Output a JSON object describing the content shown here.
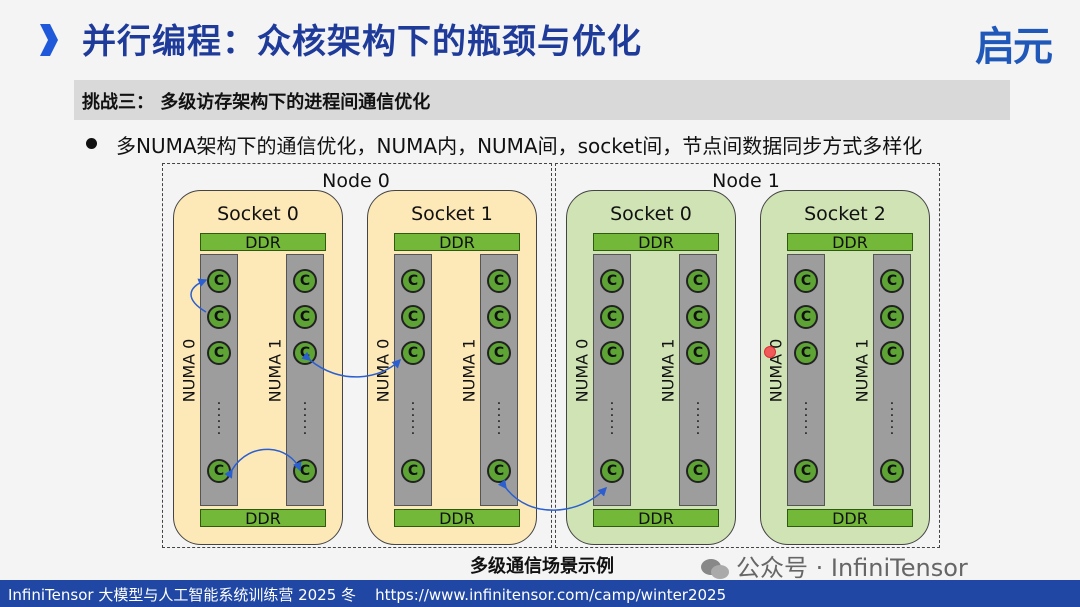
{
  "header": {
    "title": "并行编程：众核架构下的瓶颈与优化",
    "logo_text": "启元",
    "accent_color": "#1f3b9a",
    "chevron_icon": "chevron-right-icon"
  },
  "challenge": {
    "label": "挑战三：  多级访存架构下的进程间通信优化"
  },
  "bullet": {
    "text": "多NUMA架构下的通信优化，NUMA内，NUMA间，socket间，节点间数据同步方式多样化"
  },
  "diagram": {
    "nodes": [
      {
        "label": "Node 0",
        "sockets": [
          {
            "label": "Socket 0",
            "ddr_top": "DDR",
            "ddr_bottom": "DDR",
            "numa": [
              "NUMA 0",
              "NUMA 1"
            ],
            "color": "#fde8b8"
          },
          {
            "label": "Socket 1",
            "ddr_top": "DDR",
            "ddr_bottom": "DDR",
            "numa": [
              "NUMA 0",
              "NUMA 1"
            ],
            "color": "#fde8b8"
          }
        ]
      },
      {
        "label": "Node 1",
        "sockets": [
          {
            "label": "Socket 0",
            "ddr_top": "DDR",
            "ddr_bottom": "DDR",
            "numa": [
              "NUMA 0",
              "NUMA 1"
            ],
            "color": "#cfe3b5"
          },
          {
            "label": "Socket 2",
            "ddr_top": "DDR",
            "ddr_bottom": "DDR",
            "numa": [
              "NUMA 0",
              "NUMA 1"
            ],
            "color": "#cfe3b5"
          }
        ]
      }
    ],
    "core_label": "C",
    "ellipsis": "......",
    "caption": "多级通信场景示例"
  },
  "watermark": {
    "text": "公众号 · InfiniTensor",
    "icon": "wechat-icon"
  },
  "footer": {
    "text": "InfiniTensor 大模型与人工智能系统训练营 2025 冬    https://www.infinitensor.com/camp/winter2025"
  }
}
